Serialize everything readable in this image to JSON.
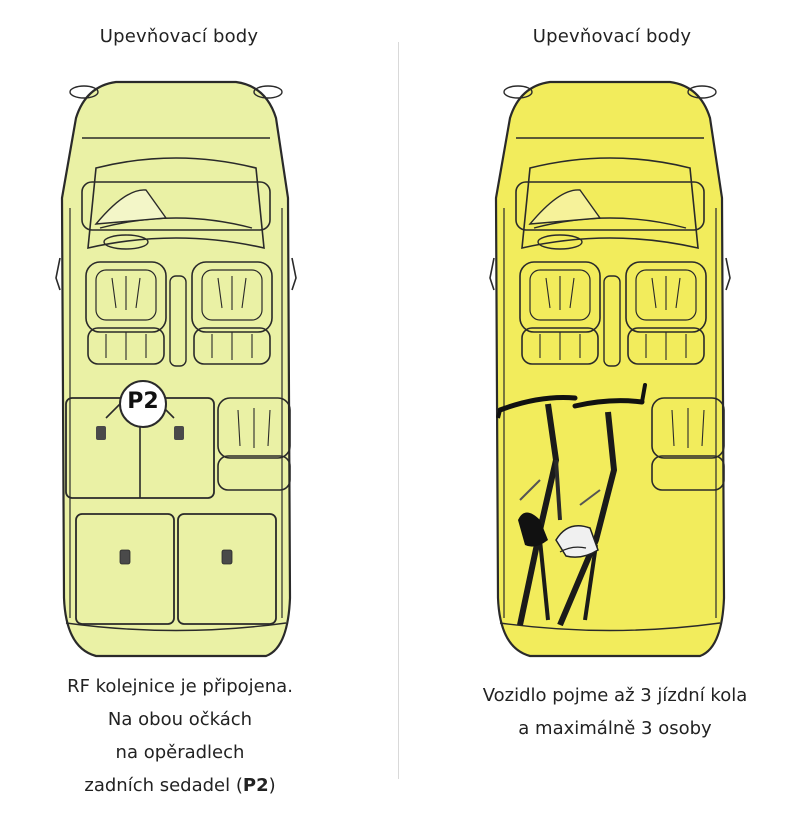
{
  "left_panel": {
    "title": "Upevňovací body",
    "badge": "P2",
    "caption": {
      "line1": "RF kolejnice je připojena.",
      "line2": "Na obou očkách",
      "line3": "na opěradlech",
      "line4_prefix": "zadních sedadel (",
      "line4_bold": "P2",
      "line4_suffix": ")"
    },
    "fill_color": "#eaf1a5"
  },
  "right_panel": {
    "title": "Upevňovací body",
    "caption": {
      "line1": "Vozidlo pojme až 3 jízdní kola",
      "line2": "a maximálně 3 osoby"
    },
    "fill_color": "#f2ec5c"
  }
}
